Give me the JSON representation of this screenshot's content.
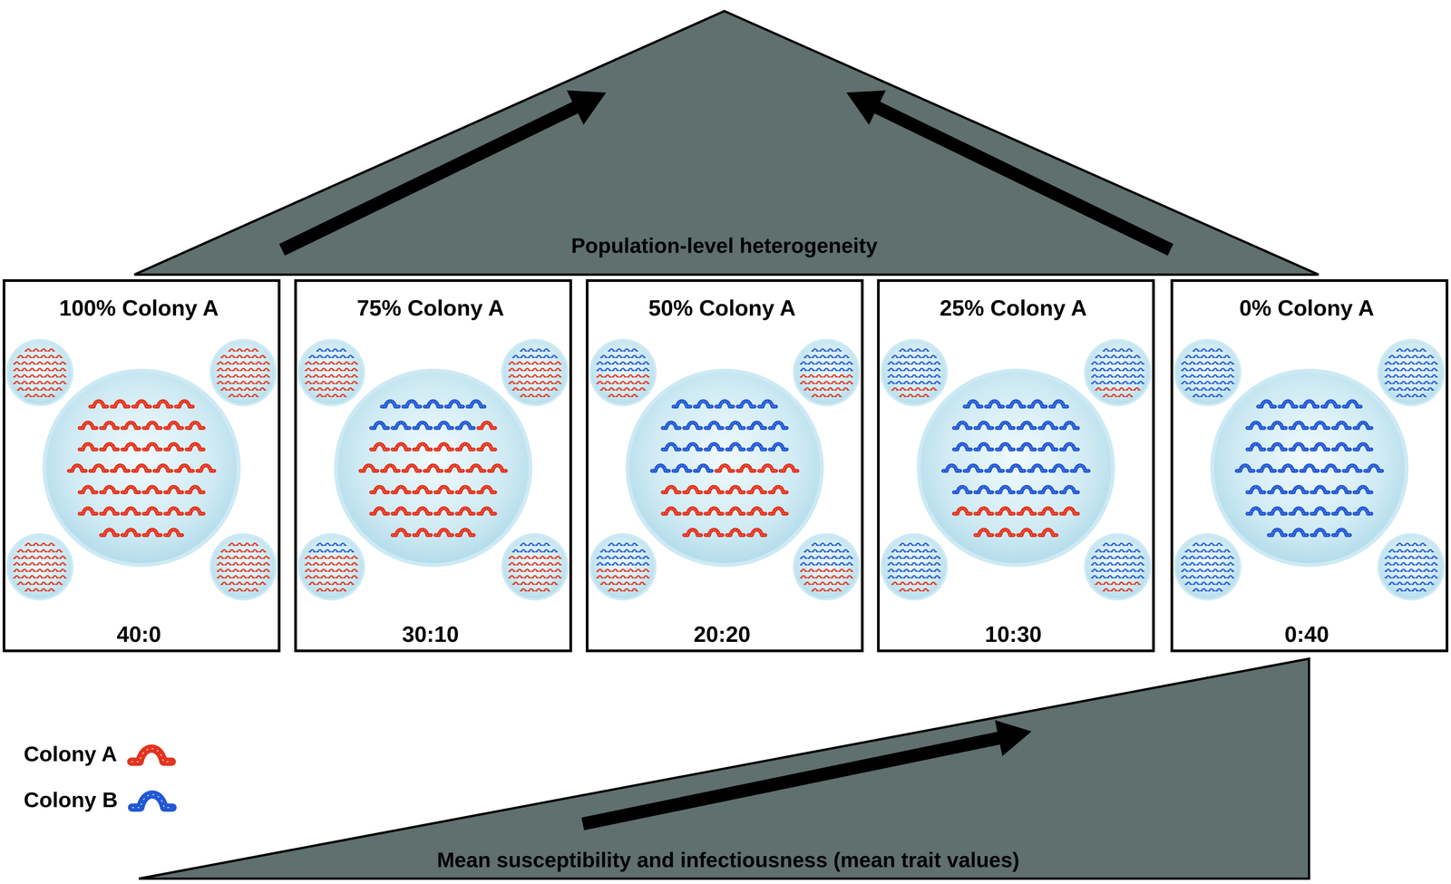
{
  "diagram": {
    "nodes": [
      {
        "text": [
          "Population-level heterogeneity"
        ]
      },
      {
        "text": [
          "100% Colony A",
          "40:0"
        ]
      },
      {
        "text": [
          "75% Colony A",
          "30:10"
        ]
      },
      {
        "text": [
          "50% Colony A",
          "20:20"
        ]
      },
      {
        "text": [
          "25% Colony A",
          "10:30"
        ]
      },
      {
        "text": [
          "0% Colony A",
          "0:40"
        ]
      },
      {
        "text": [
          "Mean susceptibility and infectiousness (mean trait values)"
        ]
      }
    ],
    "legend": [
      {
        "text": "Colony A",
        "color": "#e2341f"
      },
      {
        "text": "Colony B",
        "color": "#2258d4"
      }
    ]
  }
}
